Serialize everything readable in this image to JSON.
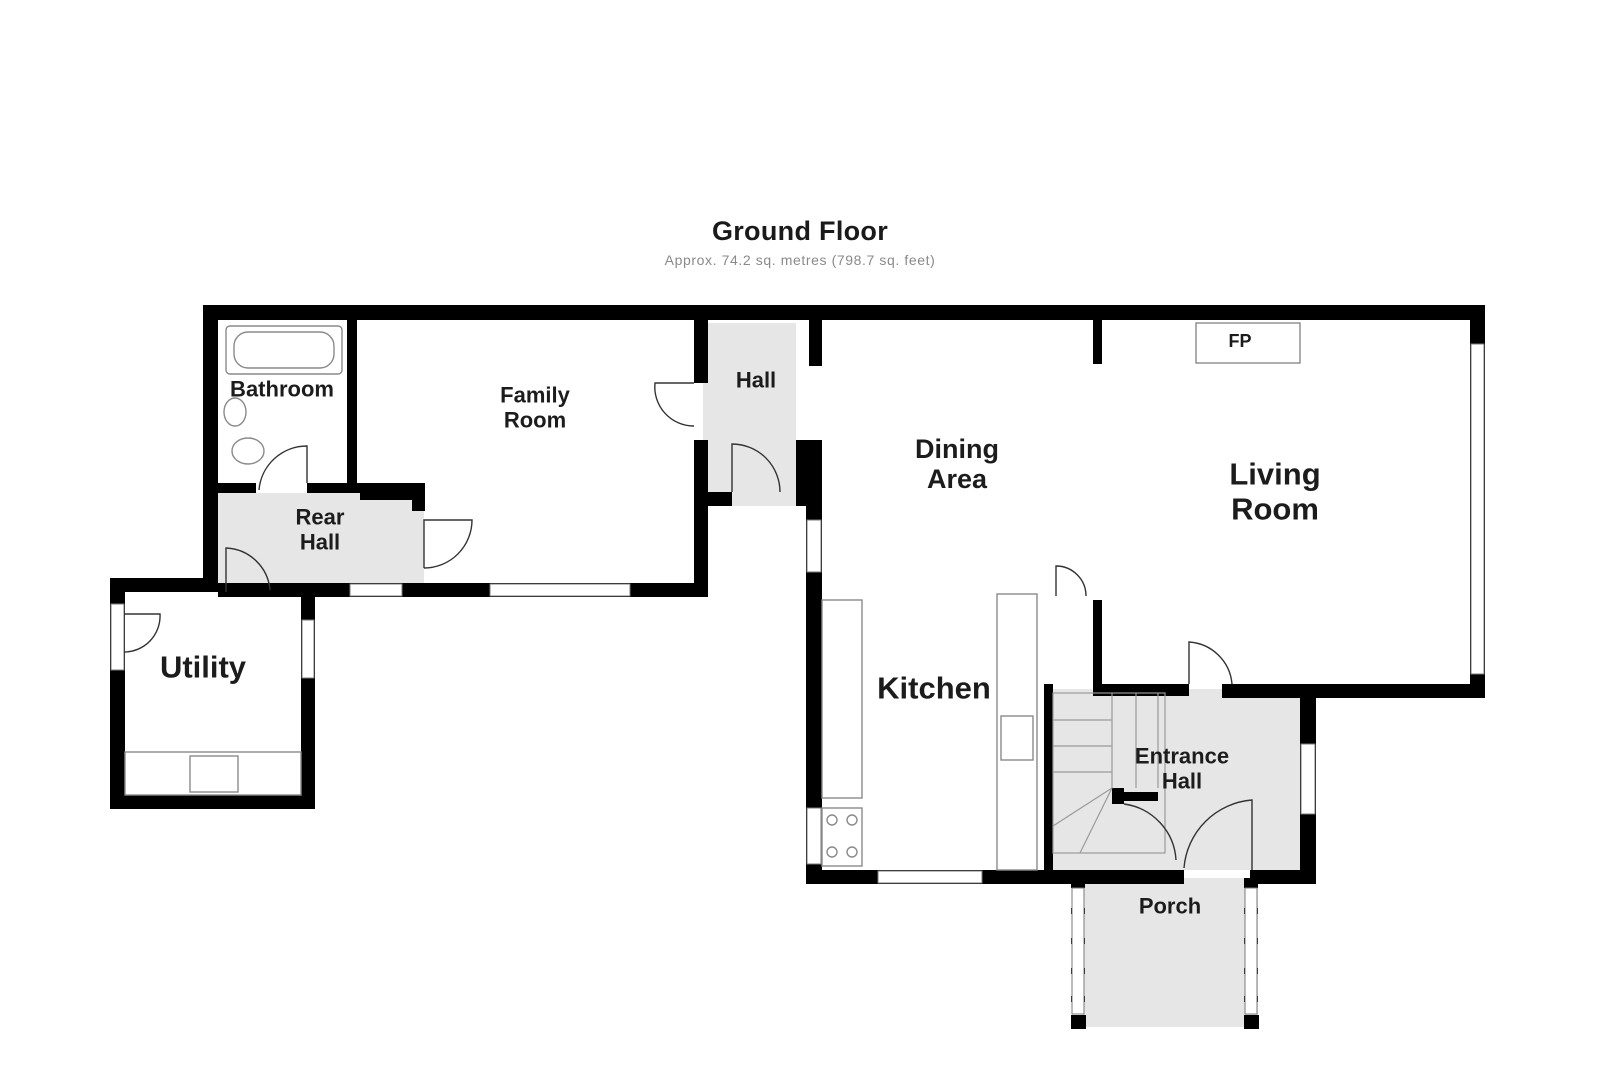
{
  "floor": {
    "title": "Ground Floor",
    "area": "Approx. 74.2 sq. metres (798.7 sq. feet)"
  },
  "rooms": {
    "bathroom": "Bathroom",
    "family_room": [
      "Family",
      "Room"
    ],
    "hall": "Hall",
    "rear_hall": [
      "Rear",
      "Hall"
    ],
    "utility": "Utility",
    "dining_area": [
      "Dining",
      "Area"
    ],
    "living_room": [
      "Living",
      "Room"
    ],
    "fireplace": "FP",
    "kitchen": "Kitchen",
    "entrance_hall": [
      "Entrance",
      "Hall"
    ],
    "porch": "Porch"
  },
  "colors": {
    "wall": "#000000",
    "circulation_fill": "#e6e6e6",
    "room_fill": "#ffffff",
    "label": "#1c1c1c"
  }
}
